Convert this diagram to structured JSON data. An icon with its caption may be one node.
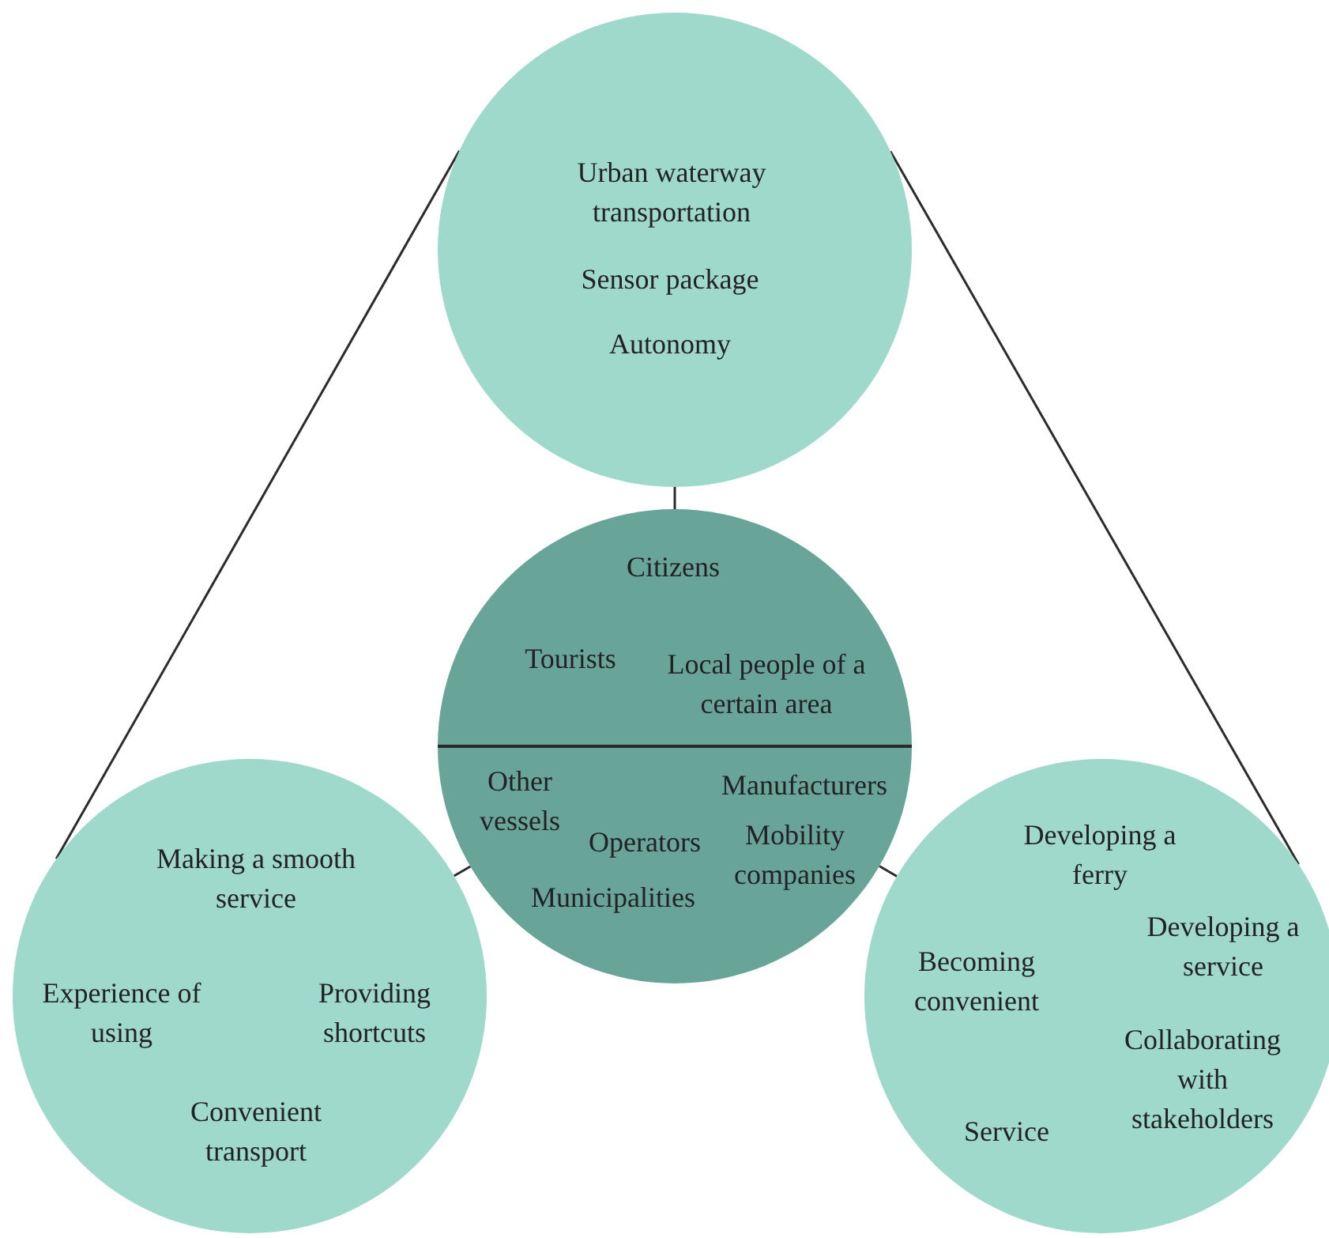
{
  "diagram": {
    "nodes": [
      {
        "text": [
          "Urban waterway transportation",
          "Sensor package",
          "Autonomy"
        ]
      },
      {
        "text": [
          "Citizens",
          "Tourists",
          "Local people of a certain area",
          "Other vessels",
          "Operators",
          "Municipalities",
          "Manufacturers",
          "Mobility companies"
        ]
      },
      {
        "text": [
          "Making a smooth service",
          "Experience of using",
          "Providing shortcuts",
          "Convenient transport"
        ]
      },
      {
        "text": [
          "Developing a ferry",
          "Developing a service",
          "Becoming convenient",
          "Collaborating with stakeholders",
          "Service"
        ]
      }
    ],
    "edges": [
      {
        "from": 0,
        "to": 1,
        "arrow": "none"
      },
      {
        "from": 1,
        "to": 2,
        "arrow": "none"
      },
      {
        "from": 1,
        "to": 3,
        "arrow": "none"
      },
      {
        "from": 0,
        "to": 2,
        "arrow": "none"
      },
      {
        "from": 0,
        "to": 3,
        "arrow": "none"
      }
    ]
  }
}
